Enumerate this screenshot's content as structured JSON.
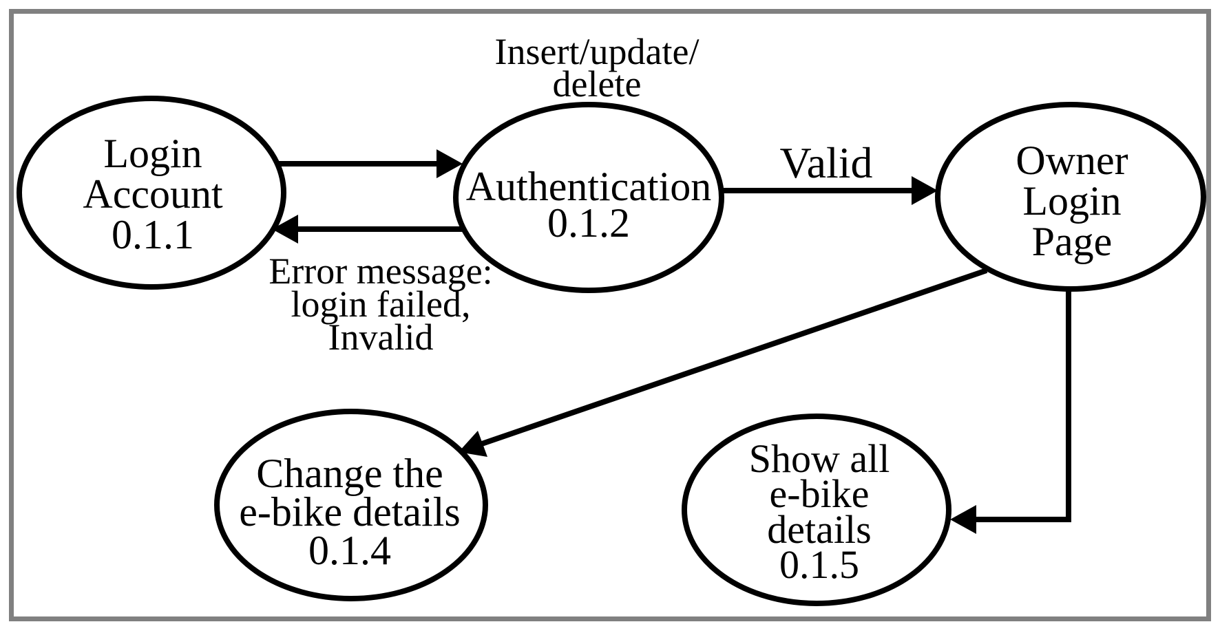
{
  "diagram": {
    "type": "data-flow-diagram",
    "background": "#ffffff",
    "frame_color": "#808080",
    "line_color": "#000000"
  },
  "nodes": [
    {
      "id": "login-account",
      "lines": [
        "Login",
        "Account",
        "0.1.1"
      ]
    },
    {
      "id": "authentication",
      "lines": [
        "Authentication",
        "0.1.2"
      ]
    },
    {
      "id": "owner-login-page",
      "lines": [
        "Owner",
        "Login",
        "Page"
      ]
    },
    {
      "id": "change-ebike-details",
      "lines": [
        "Change the",
        "e-bike details",
        "0.1.4"
      ]
    },
    {
      "id": "show-all-ebike-details",
      "lines": [
        "Show all",
        "e-bike",
        "details",
        "0.1.5"
      ]
    }
  ],
  "edges": [
    {
      "from": "login-account",
      "to": "authentication",
      "label": ""
    },
    {
      "from": "authentication",
      "to": "login-account",
      "label": "Error message: login failed, Invalid"
    },
    {
      "from": "authentication",
      "to": "owner-login-page",
      "label": "Valid"
    },
    {
      "from": "owner-login-page",
      "to": "change-ebike-details",
      "label": ""
    },
    {
      "from": "owner-login-page",
      "to": "show-all-ebike-details",
      "label": ""
    }
  ],
  "labels": {
    "insert_update": {
      "line1": "Insert/update/",
      "line2": "delete"
    },
    "valid": "Valid",
    "error": {
      "line1": "Error message:",
      "line2": "login failed,",
      "line3": "Invalid"
    }
  }
}
